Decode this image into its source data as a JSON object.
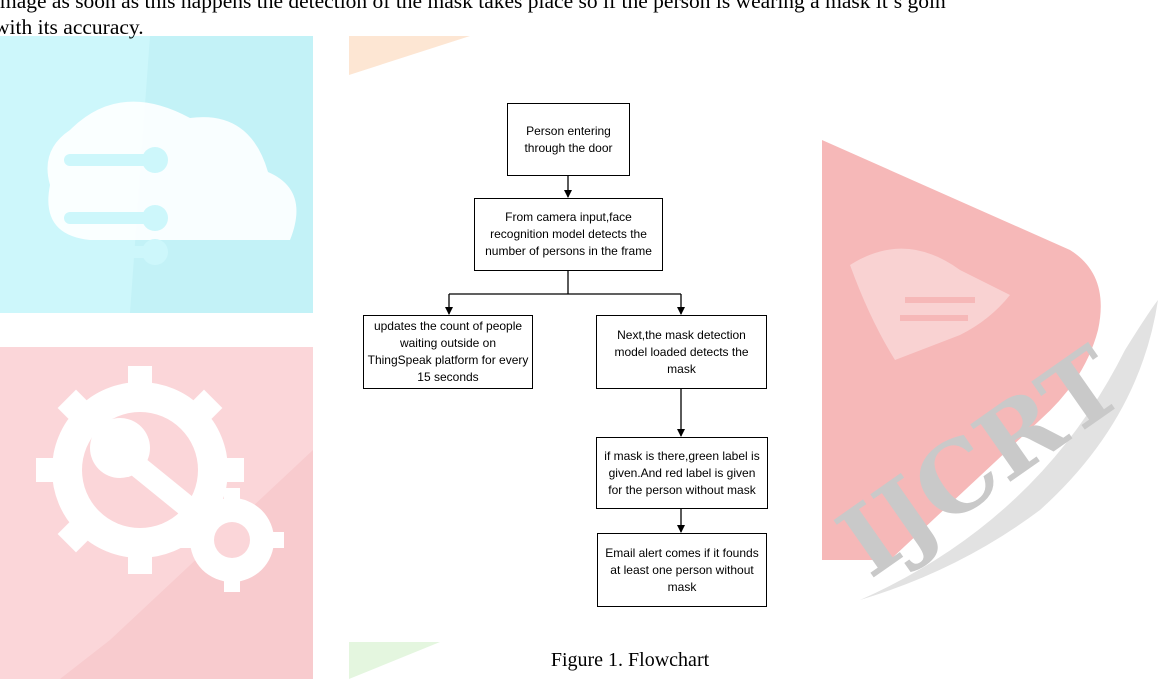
{
  "paragraph": {
    "line1": "image as soon as this happens the detection of the mask takes place so if the person is wearing a mask it’s goin",
    "line2": "with its accuracy."
  },
  "flowchart": {
    "nodes": {
      "person_entering": "Person entering through the door",
      "camera_input": "From camera input,face recognition model detects the number of persons in the frame",
      "updates_count": "updates the count of people waiting outside on ThingSpeak platform for every 15 seconds",
      "mask_detection": "Next,the mask detection model loaded detects the mask",
      "labels": "if mask is there,green label is given.And red label is given for the person without mask",
      "email_alert": "Email alert comes if it founds at least one person without mask"
    }
  },
  "caption": "Figure 1. Flowchart",
  "watermark": {
    "logo_text": "IJCRT",
    "colors": {
      "cyan": "#cdf7fb",
      "pink": "#fbd6d9",
      "red": "#f6b8b8",
      "orange": "#fde6d3",
      "green": "#e4f6df",
      "gray": "#d6d6d6"
    }
  }
}
